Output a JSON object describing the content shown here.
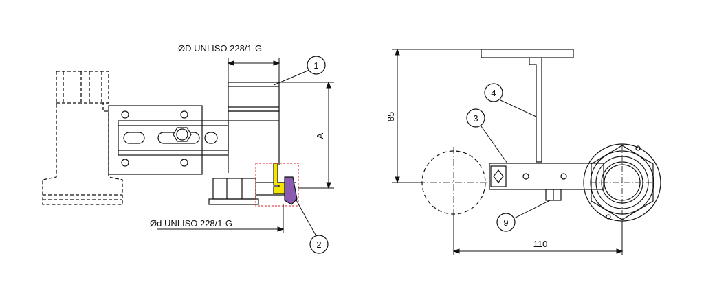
{
  "labels": {
    "od_label": "ØD UNI ISO 228/1-G",
    "id_label": "Ød UNI ISO 228/1-G",
    "dim_a": "A",
    "dim_85": "85",
    "dim_110": "110"
  },
  "balloons": [
    "1",
    "2",
    "3",
    "4",
    "9"
  ],
  "colors": {
    "line": "#111111",
    "yellow_seal": "#f2e600",
    "purple_gasket": "#8a5bb0",
    "detail_box": "#e02020"
  }
}
